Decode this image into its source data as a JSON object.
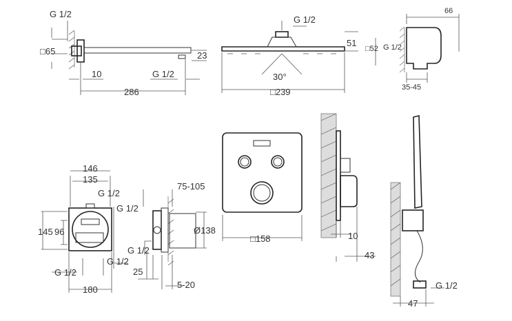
{
  "colors": {
    "line": "#333333",
    "background": "#ffffff"
  },
  "shower_arm": {
    "thread_top": "G 1/2",
    "flange_size": "□65",
    "wall_offset": "10",
    "thread_outlet": "G 1/2",
    "drop": "23",
    "length": "286"
  },
  "head_shower": {
    "thread": "G 1/2",
    "height": "51",
    "angle": "30°",
    "size": "□239"
  },
  "wall_outlet": {
    "width": "66",
    "size": "□52",
    "thread": "G 1/2",
    "depth": "35-45"
  },
  "rough_in_front": {
    "width_outer": "146",
    "width_inner": "135",
    "thread_top": "G 1/2",
    "thread_right": "G 1/2",
    "height_outer": "145",
    "height_inner": "96",
    "thread_bottom_left": "G 1/2",
    "thread_bottom_right": "G 1/2",
    "width_bottom": "180"
  },
  "rough_in_side": {
    "depth": "75-105",
    "diameter": "Ø138",
    "thread": "G 1/2",
    "offset": "25",
    "plaster": "5-20"
  },
  "trim": {
    "size": "□158"
  },
  "trim_side": {
    "projection": "10",
    "depth": "43"
  },
  "hand_shower": {
    "thread": "G 1/2",
    "offset": "47"
  }
}
